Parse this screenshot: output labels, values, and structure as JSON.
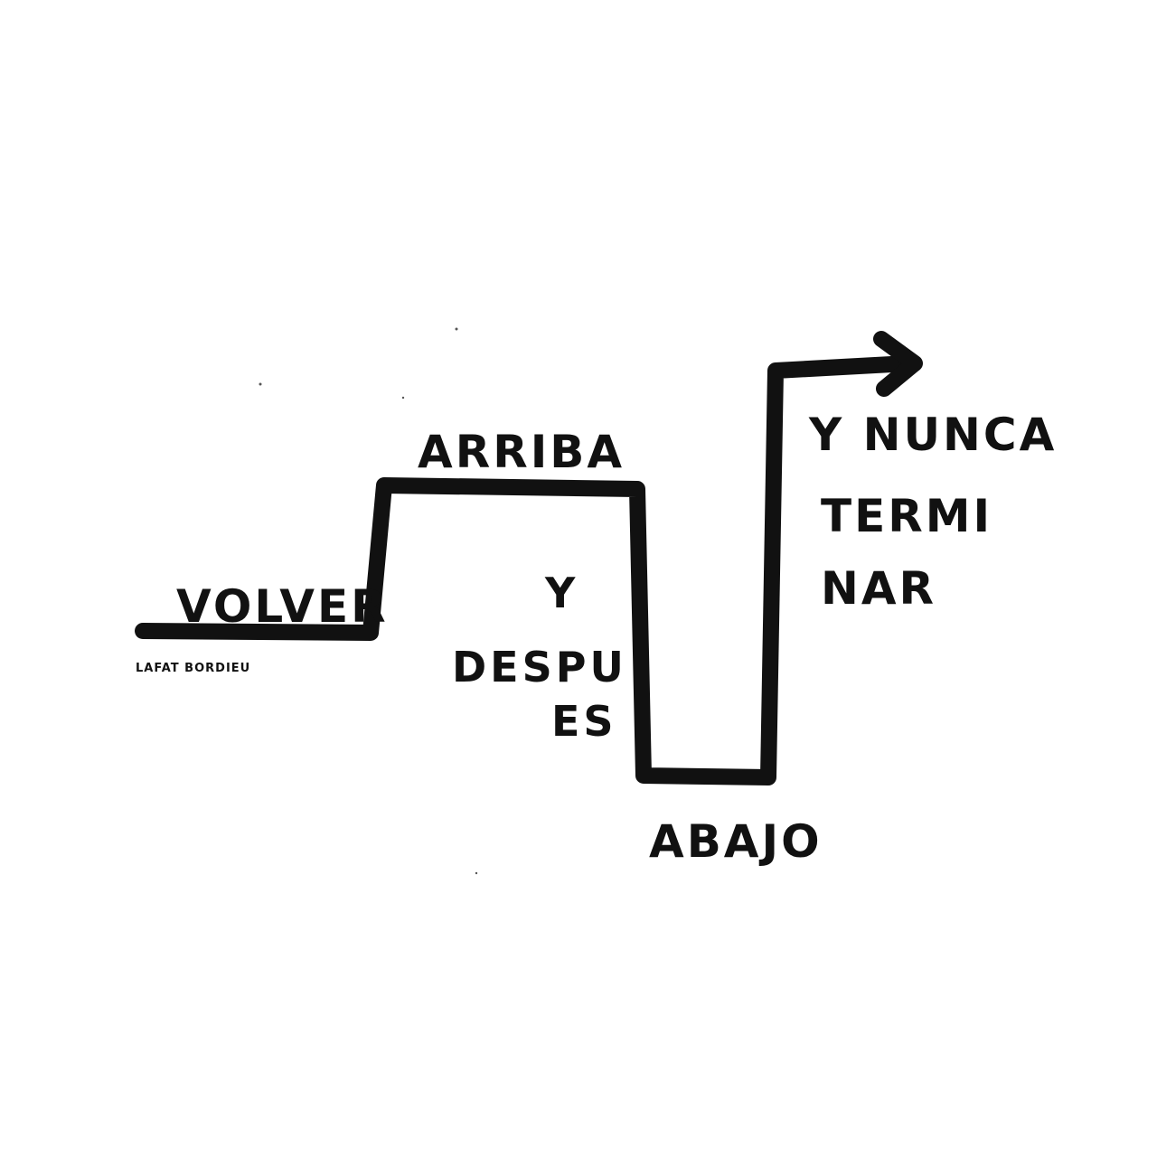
{
  "drawing": {
    "words": {
      "volver": "VOLVER",
      "arriba": "ARRIBA",
      "y": "Y",
      "despues_1": "DESPU",
      "despues_2": "ES",
      "abajo": "ABAJO",
      "nunca_line1": "Y NUNCA",
      "nunca_line2": "TERMI",
      "nunca_line3": "NAR"
    },
    "signature": "LAFAT BORDIEU",
    "ink_color": "#111111",
    "paper_color": "#ffffff",
    "icons": [
      "hand-drawn-step-path",
      "arrow-head-icon"
    ]
  }
}
